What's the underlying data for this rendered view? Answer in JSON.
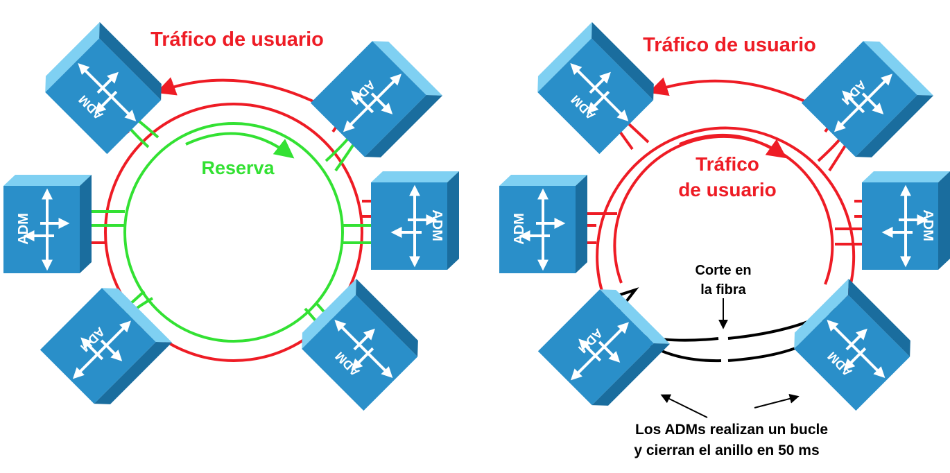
{
  "left": {
    "title": "Tráfico de usuario",
    "backup_label": "Reserva",
    "nodes": [
      "ADM",
      "ADM",
      "ADM",
      "ADM",
      "ADM",
      "ADM"
    ]
  },
  "right": {
    "title": "Tráfico de usuario",
    "inner_label_line1": "Tráfico",
    "inner_label_line2": "de usuario",
    "cut_label_line1": "Corte en",
    "cut_label_line2": "la fibra",
    "note_line1": "Los ADMs realizan un bucle",
    "note_line2": "y cierran el anillo en 50 ms",
    "nodes": [
      "ADM",
      "ADM",
      "ADM",
      "ADM",
      "ADM",
      "ADM"
    ]
  },
  "colors": {
    "user_traffic": "#ee1c25",
    "backup": "#33e133",
    "cut_fiber": "#000000",
    "adm_front": "#2a8fc9",
    "adm_side": "#1a6d9e",
    "adm_top": "#7fd0f2"
  },
  "icons": [
    "add-drop-arrows-icon",
    "direction-arrow-icon"
  ]
}
